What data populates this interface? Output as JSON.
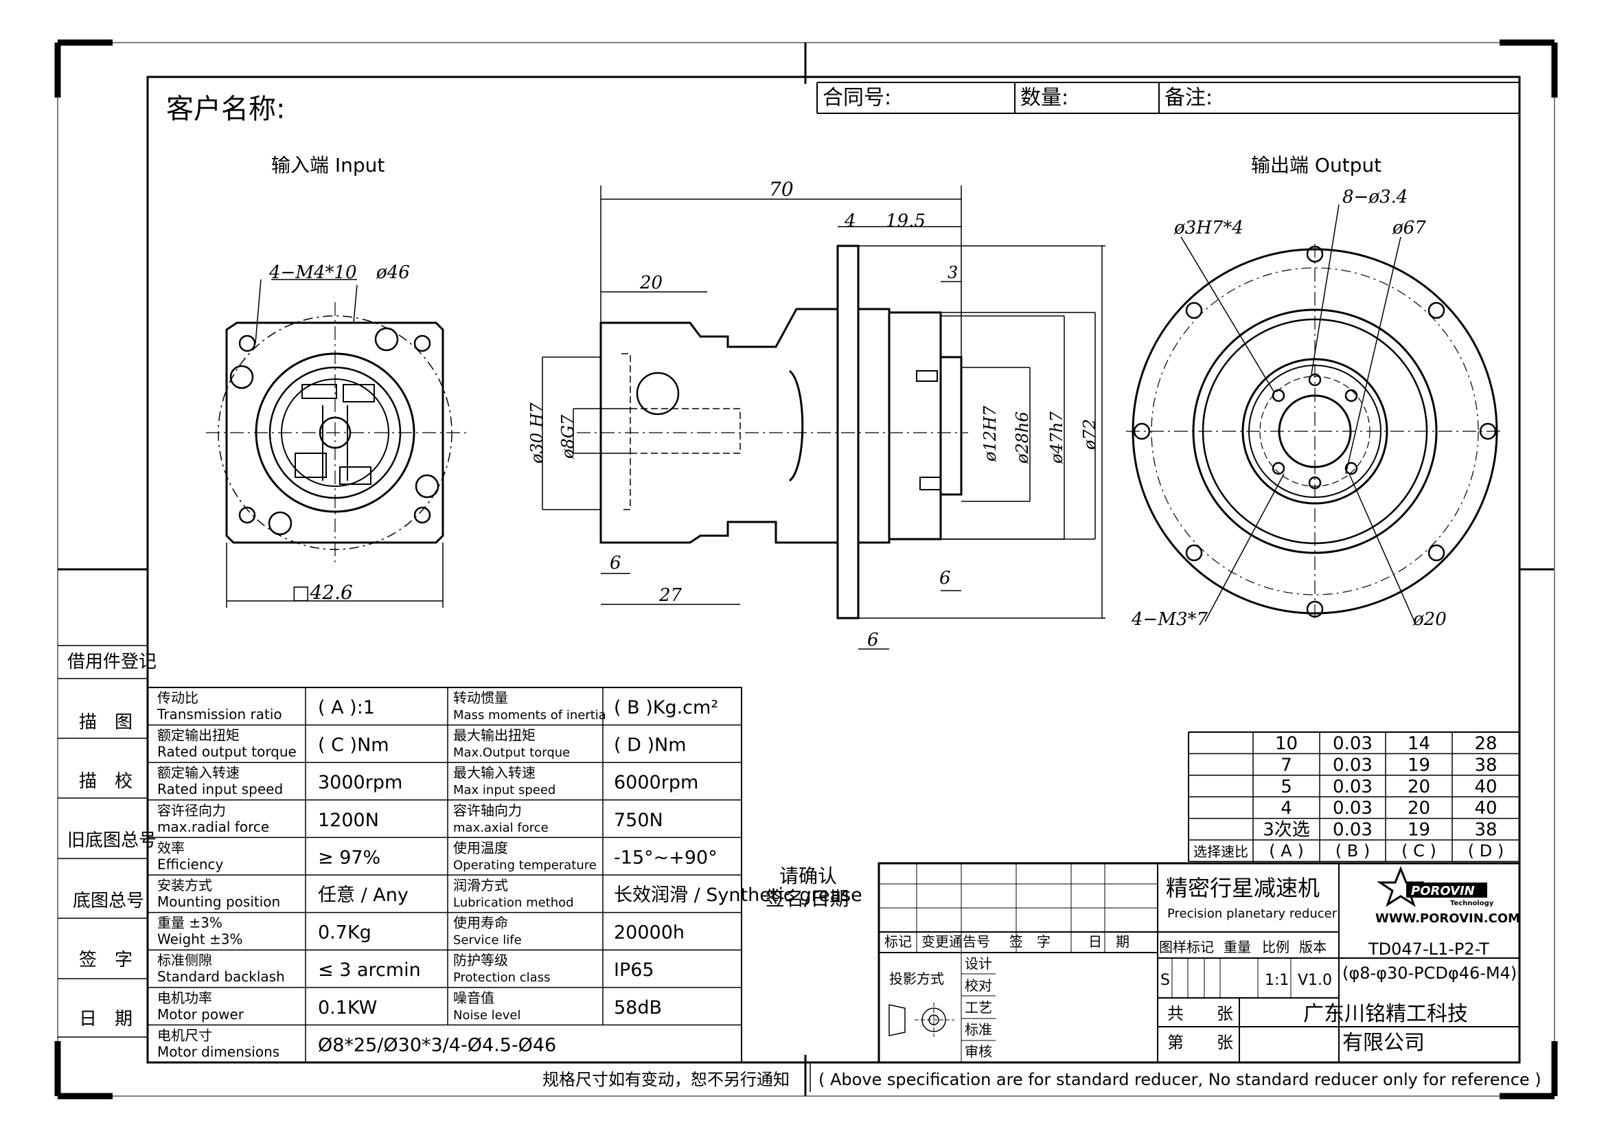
{
  "header": {
    "customer_label": "客户名称:",
    "contract_label": "合同号:",
    "quantity_label": "数量:",
    "remark_label": "备注:"
  },
  "views": {
    "input_label": "输入端  Input",
    "output_label": "输出端  Output"
  },
  "dims": {
    "d70": "70",
    "d4": "4",
    "d19_5": "19.5",
    "d20": "20",
    "d3": "3",
    "d4m4": "4−M4*10",
    "d46": "ø46",
    "sq42": "□42.6",
    "d30h7": "ø30 H7",
    "d8g7": "ø8G7",
    "d12h7": "ø12H7",
    "d28h6": "ø28h6",
    "d47h7": "ø47h7",
    "d72": "ø72",
    "d6a": "6",
    "d27": "27",
    "d6b": "6",
    "d6c": "6",
    "d8p34": "8−ø3.4",
    "d3h7": "ø3H7*4",
    "d67": "ø67",
    "d4m3": "4−M3*7",
    "d20b": "ø20"
  },
  "side_labels": [
    "借用件登记",
    "描　图",
    "描　校",
    "旧底图总号",
    "底图总号",
    "签　字",
    "日　期"
  ],
  "spec_table": [
    {
      "l_cn": "传动比",
      "l_en": "Transmission ratio",
      "l_val": "(  A  ):1",
      "r_cn": "转动惯量",
      "r_en": "Mass moments of inertia",
      "r_val": "(  B  )Kg.cm²"
    },
    {
      "l_cn": "额定输出扭矩",
      "l_en": "Rated output torque",
      "l_val": "(  C  )Nm",
      "r_cn": "最大输出扭矩",
      "r_en": "Max.Output torque",
      "r_val": "(  D  )Nm"
    },
    {
      "l_cn": "额定输入转速",
      "l_en": "Rated input speed",
      "l_val": "3000rpm",
      "r_cn": "最大输入转速",
      "r_en": "Max input speed",
      "r_val": "6000rpm"
    },
    {
      "l_cn": "容许径向力",
      "l_en": "max.radial force",
      "l_val": "1200N",
      "r_cn": "容许轴向力",
      "r_en": "max.axial  force",
      "r_val": "750N"
    },
    {
      "l_cn": "效率",
      "l_en": "Efficiency",
      "l_val": "≥ 97%",
      "r_cn": "使用温度",
      "r_en": "Operating temperature",
      "r_val": "-15°~+90°"
    },
    {
      "l_cn": "安装方式",
      "l_en": "Mounting position",
      "l_val": "任意 / Any",
      "r_cn": "润滑方式",
      "r_en": "Lubrication method",
      "r_val": "长效润滑 / Synthetic grease"
    },
    {
      "l_cn": "重量  ±3%",
      "l_en": "Weight ±3%",
      "l_val": "0.7Kg",
      "r_cn": "使用寿命",
      "r_en": "Service life",
      "r_val": "20000h"
    },
    {
      "l_cn": "标准侧隙",
      "l_en": "Standard backlash",
      "l_val": "≤ 3 arcmin",
      "r_cn": "防护等级",
      "r_en": "Protection class",
      "r_val": "IP65"
    },
    {
      "l_cn": "电机功率",
      "l_en": "Motor power",
      "l_val": "0.1KW",
      "r_cn": "噪音值",
      "r_en": "Noise level",
      "r_val": "58dB"
    }
  ],
  "motor_dim": {
    "cn": "电机尺寸",
    "en": "Motor dimensions",
    "val": "Ø8*25/Ø30*3/4-Ø4.5-Ø46"
  },
  "ratio_table": {
    "rows": [
      [
        "10",
        "0.03",
        "14",
        "28"
      ],
      [
        "7",
        "0.03",
        "19",
        "38"
      ],
      [
        "5",
        "0.03",
        "20",
        "40"
      ],
      [
        "4",
        "0.03",
        "20",
        "40"
      ],
      [
        "3次选",
        "0.03",
        "19",
        "38"
      ]
    ],
    "footer": [
      "选择速比",
      "( A )",
      "( B )",
      "( C )",
      "( D )"
    ]
  },
  "confirm": {
    "line1": "请确认",
    "line2": "签名/日期"
  },
  "title_block": {
    "product_cn": "精密行星减速机",
    "product_en": "Precision planetary reducer",
    "brand": "POROVIN",
    "brand_sub": "Technology",
    "website": "WWW.POROVIN.COM",
    "marks": [
      "标记",
      "变更通告号",
      "签　字",
      "日　期"
    ],
    "proj_label": "投影方式",
    "roles": [
      "设计",
      "校对",
      "工艺",
      "标准",
      "审核"
    ],
    "hdr": [
      "图样标记",
      "重量",
      "比例",
      "版本"
    ],
    "s_mark": "S",
    "scale": "1:1",
    "version": "V1.0",
    "model_line1": "TD047-L1-P2-T",
    "model_line2": "(φ8-φ30-PCDφ46-M4)",
    "total": "共　　张",
    "sheet": "第　　张",
    "company1": "广东川铭精工科技",
    "company2": "有限公司"
  },
  "footer": {
    "note_cn": "规格尺寸如有变动，恕不另行通知",
    "note_en": "( Above specification are for standard reducer, No standard reducer only for reference )"
  }
}
